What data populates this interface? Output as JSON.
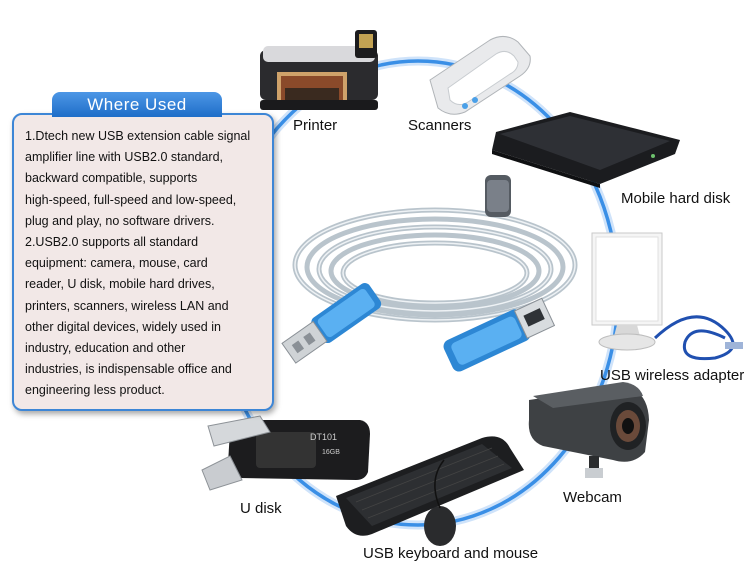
{
  "card": {
    "title": "Where  Used",
    "lines": [
      "1.Dtech new USB extension cable signal",
      "amplifier line with USB2.0 standard,",
      "backward compatible, supports",
      "high-speed, full-speed and low-speed,",
      "plug and play, no software drivers.",
      "2.USB2.0 supports all standard",
      "equipment: camera, mouse, card",
      "reader, U disk, mobile hard drives,",
      "printers, scanners, wireless LAN and",
      "other digital devices, widely used in",
      "industry, education and other",
      "industries, is indispensable office and",
      "engineering less product."
    ]
  },
  "devices": {
    "printer": "Printer",
    "scanners": "Scanners",
    "mobile_hard_disk": "Mobile hard disk",
    "usb_wireless_adapter": "USB wireless adapter",
    "webcam": "Webcam",
    "usb_keyboard_mouse": "USB keyboard and mouse",
    "u_disk": "U disk"
  },
  "u_disk_print": {
    "model": "DT101",
    "capacity": "16GB"
  },
  "colors": {
    "ring": "#3a8fe6",
    "card_border": "#3d86d6",
    "card_bg": "#f2e8e7",
    "tab": "#2f7fd8"
  }
}
